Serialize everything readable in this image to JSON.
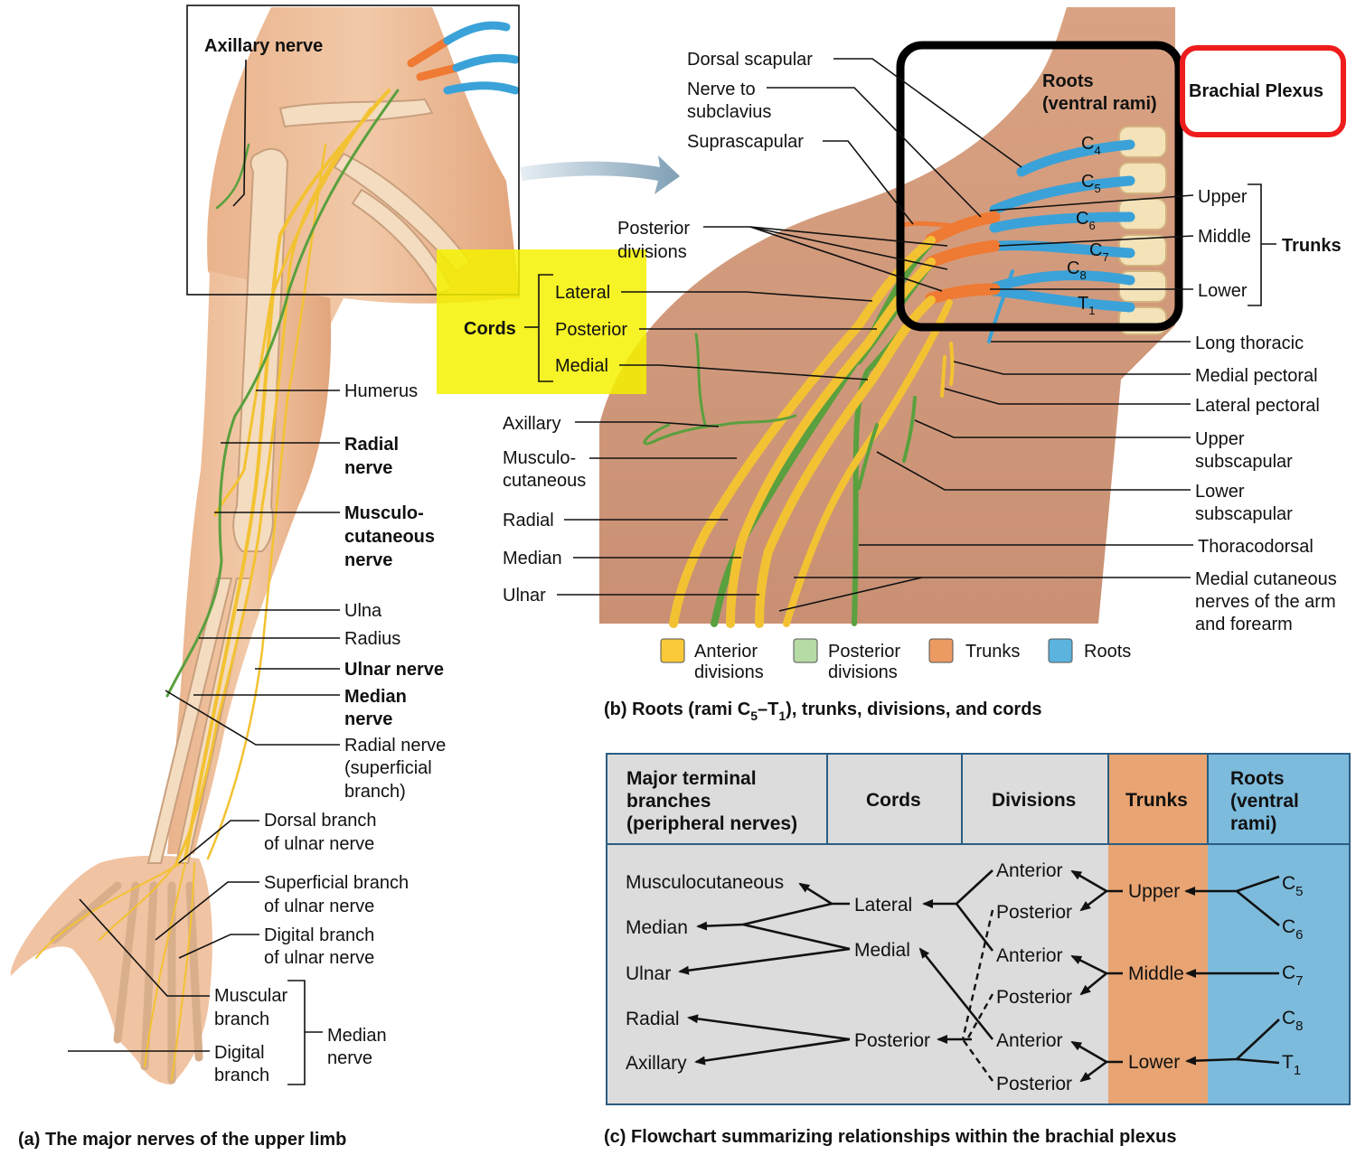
{
  "panel_a": {
    "caption": "(a) The major nerves of the upper limb",
    "labels": {
      "axillary": "Axillary nerve",
      "humerus": "Humerus",
      "radial_1": "Radial",
      "radial_2": "nerve",
      "musculo_1": "Musculo-",
      "musculo_2": "cutaneous",
      "musculo_3": "nerve",
      "ulna": "Ulna",
      "radius": "Radius",
      "ulnar_nerve": "Ulnar nerve",
      "median_1": "Median",
      "median_2": "nerve",
      "radsup_1": "Radial nerve",
      "radsup_2": "(superficial",
      "radsup_3": "branch)",
      "dorsal_1": "Dorsal branch",
      "dorsal_2": "of ulnar nerve",
      "superficial_1": "Superficial branch",
      "superficial_2": "of ulnar nerve",
      "digital_ulnar_1": "Digital branch",
      "digital_ulnar_2": "of ulnar nerve",
      "muscular_1": "Muscular",
      "muscular_2": "branch",
      "digital_1": "Digital",
      "digital_2": "branch",
      "median_nerve_1": "Median",
      "median_nerve_2": "nerve"
    }
  },
  "panel_b": {
    "caption_pre": "(b) Roots (rami C",
    "caption_sub1": "5",
    "caption_mid": "–T",
    "caption_sub2": "1",
    "caption_post": "), trunks, divisions, and cords",
    "labels": {
      "dorsal_scapular": "Dorsal scapular",
      "nerve_to_1": "Nerve to",
      "nerve_to_2": "subclavius",
      "suprascapular": "Suprascapular",
      "posterior_div_1": "Posterior",
      "posterior_div_2": "divisions",
      "cords": "Cords",
      "lateral": "Lateral",
      "posterior": "Posterior",
      "medial": "Medial",
      "axillary": "Axillary",
      "musculo_1": "Musculo-",
      "musculo_2": "cutaneous",
      "radial": "Radial",
      "median": "Median",
      "ulnar": "Ulnar",
      "roots_1": "Roots",
      "roots_2": "(ventral rami)",
      "upper": "Upper",
      "middle": "Middle",
      "lower": "Lower",
      "trunks": "Trunks",
      "long_thoracic": "Long thoracic",
      "medial_pectoral": "Medial pectoral",
      "lateral_pectoral": "Lateral pectoral",
      "upper_sub_1": "Upper",
      "upper_sub_2": "subscapular",
      "lower_sub_1": "Lower",
      "lower_sub_2": "subscapular",
      "thoracodorsal": "Thoracodorsal",
      "medcut_1": "Medial cutaneous",
      "medcut_2": "nerves of the arm",
      "medcut_3": "and forearm",
      "brachial_plexus": "Brachial Plexus"
    },
    "vertebrae": [
      {
        "letter": "C",
        "sub": "4"
      },
      {
        "letter": "C",
        "sub": "5"
      },
      {
        "letter": "C",
        "sub": "6"
      },
      {
        "letter": "C",
        "sub": "7"
      },
      {
        "letter": "C",
        "sub": "8"
      },
      {
        "letter": "T",
        "sub": "1"
      }
    ],
    "legend": [
      {
        "line1": "Anterior",
        "line2": "divisions",
        "color": "#f9c93a"
      },
      {
        "line1": "Posterior",
        "line2": "divisions",
        "color": "#b6dba5"
      },
      {
        "line1": "Trunks",
        "line2": "",
        "color": "#eb9a62"
      },
      {
        "line1": "Roots",
        "line2": "",
        "color": "#5cb3de"
      }
    ]
  },
  "panel_c": {
    "caption": "(c) Flowchart summarizing relationships within the brachial plexus",
    "headers": {
      "branches_1": "Major terminal",
      "branches_2": "branches",
      "branches_3": "(peripheral nerves)",
      "cords": "Cords",
      "divisions": "Divisions",
      "trunks": "Trunks",
      "roots_1": "Roots",
      "roots_2": "(ventral",
      "roots_3": "rami)"
    },
    "branches": [
      "Musculocutaneous",
      "Median",
      "Ulnar",
      "Radial",
      "Axillary"
    ],
    "cords": [
      "Lateral",
      "Medial",
      "Posterior"
    ],
    "divisions": [
      "Anterior",
      "Posterior",
      "Anterior",
      "Posterior",
      "Anterior",
      "Posterior"
    ],
    "trunks": [
      "Upper",
      "Middle",
      "Lower"
    ],
    "roots": [
      {
        "letter": "C",
        "sub": "5"
      },
      {
        "letter": "C",
        "sub": "6"
      },
      {
        "letter": "C",
        "sub": "7"
      },
      {
        "letter": "C",
        "sub": "8"
      },
      {
        "letter": "T",
        "sub": "1"
      }
    ],
    "colors": {
      "gray": "#dcdcdc",
      "trunks": "#e8a472",
      "roots": "#7dbbdc"
    }
  }
}
